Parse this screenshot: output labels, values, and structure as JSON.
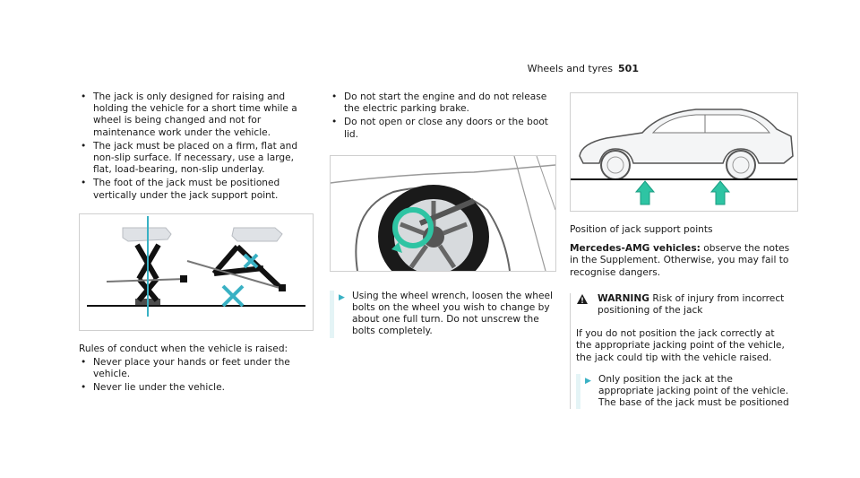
{
  "header": {
    "section": "Wheels and tyres",
    "page": "501"
  },
  "col1": {
    "bullets": [
      "The jack is only designed for raising and holding the vehicle for a short time while a wheel is being changed and not for maintenance work under the vehicle.",
      "The jack must be placed on a firm, flat and non-slip surface. If necessary, use a large, flat, load-bearing, non-slip underlay.",
      "The foot of the jack must be positioned vertically under the jack support point."
    ],
    "rules_intro": "Rules of conduct when the vehicle is raised:",
    "rules": [
      "Never place your hands or feet under the vehicle.",
      "Never lie under the vehicle."
    ]
  },
  "col2": {
    "bullets": [
      "Do not start the engine and do not release the electric parking brake.",
      "Do not open or close any doors or the boot lid."
    ],
    "step": "Using the wheel wrench, loosen the wheel bolts on the wheel you wish to change by about one full turn. Do not unscrew the bolts completely."
  },
  "col3": {
    "caption": "Position of jack support points",
    "amg_label": "Mercedes-AMG vehicles:",
    "amg_text": " observe the notes in the Supplement. Otherwise, you may fail to recognise dangers.",
    "warning": {
      "label": "WARNING",
      "title": "Risk of injury from incorrect positioning of the jack",
      "body": "If you do not position the jack correctly at the appropriate jacking point of the vehicle, the jack could tip with the vehicle raised.",
      "step": "Only position the jack at the appropriate jacking point of the vehicle. The base of the jack must be positioned"
    }
  },
  "colors": {
    "accent": "#39b1c4",
    "arrow_green": "#2ec4a3",
    "warn_bg": "#e4f4f6"
  }
}
